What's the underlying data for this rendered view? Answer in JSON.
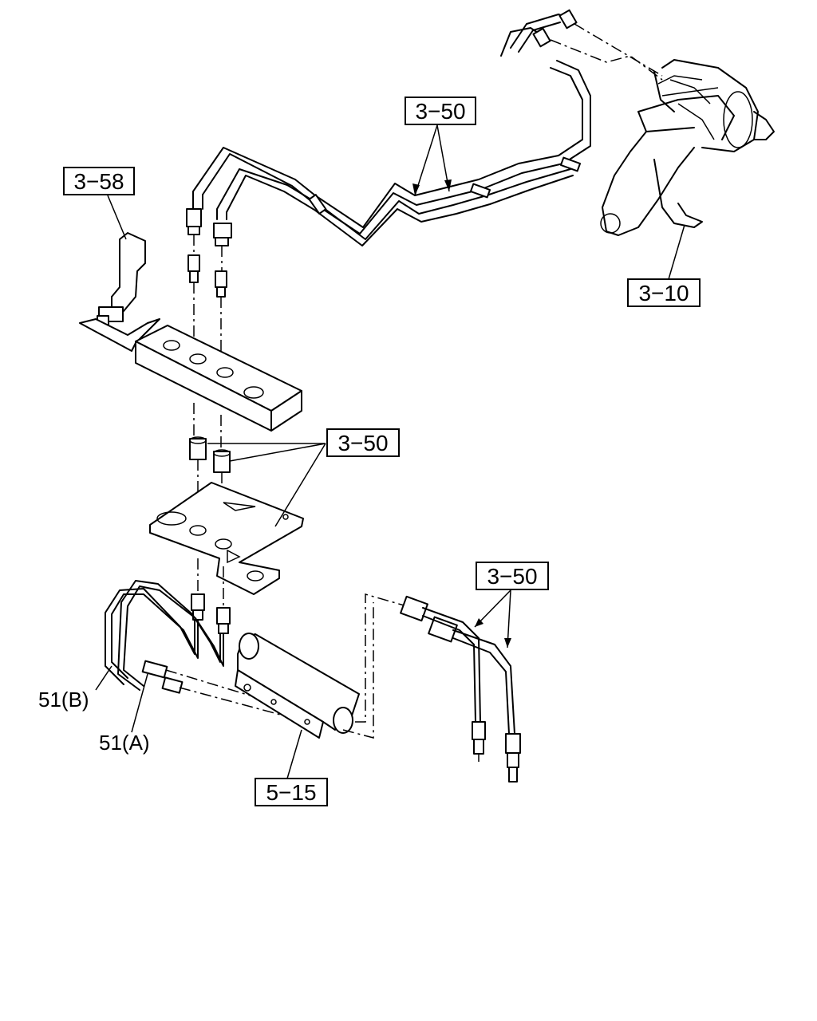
{
  "callouts": {
    "c_3_58": "3−58",
    "c_3_50_top": "3−50",
    "c_3_10": "3−10",
    "c_3_50_mid": "3−50",
    "c_3_50_right": "3−50",
    "c_5_15": "5−15",
    "c_51b": "51(B)",
    "c_51a": "51(A)"
  }
}
